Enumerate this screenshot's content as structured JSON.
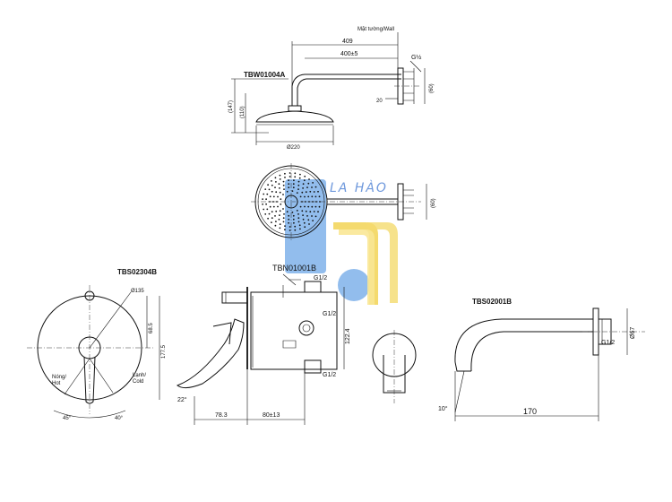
{
  "watermark": {
    "text": "LA HÀO",
    "colors": {
      "blue": "#4a90e2",
      "yellow": "#f2d24b"
    }
  },
  "shower_head": {
    "model": "TBW01004A",
    "wall_label": "Mặt tường/Wall",
    "dims": {
      "arm_total": "409",
      "arm_inner": "400±5",
      "thread": "G½",
      "height_total": "(147)",
      "height_head": "(110)",
      "diameter": "Ø220",
      "flange_offset": "20",
      "flange_height": "(60)",
      "plan_flange": "(60)"
    }
  },
  "mixer": {
    "model": "TBS02304B",
    "dims": {
      "plate_dia": "Ø135",
      "center_to_lever": "68.5",
      "plate_height": "177.5",
      "hot_label": "Nóng/\nHot",
      "cold_label": "Lạnh/\nCold",
      "angle_left": "45°",
      "angle_right": "40°"
    }
  },
  "valve_body": {
    "model": "TBN01001B",
    "dims": {
      "g_top": "G1/2",
      "g_mid": "G1/2",
      "g_bottom": "G1/2",
      "height": "122.4",
      "depth_front": "78.3",
      "depth_body": "80±13",
      "angle": "22°"
    }
  },
  "spout": {
    "model": "TBS02001B",
    "dims": {
      "length": "170",
      "angle": "10°",
      "thread": "G1/2",
      "diameter": "Ø67"
    }
  }
}
